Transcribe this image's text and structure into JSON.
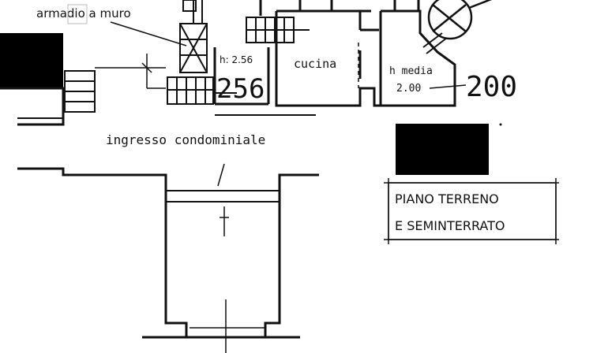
{
  "labels": {
    "closet": "armadio a muro",
    "height_left": "h: 2.56",
    "height_hand": "256",
    "kitchen": "cucina",
    "height_avg_title": "h media",
    "height_avg_value": "2.00",
    "height_hand_right": "200",
    "entrance": "ingresso condominiale",
    "legend_line1": "PIANO TERRENO",
    "legend_line2": "E SEMINTERRATO"
  },
  "colors": {
    "ink": "#111111",
    "paper": "#ffffff"
  }
}
